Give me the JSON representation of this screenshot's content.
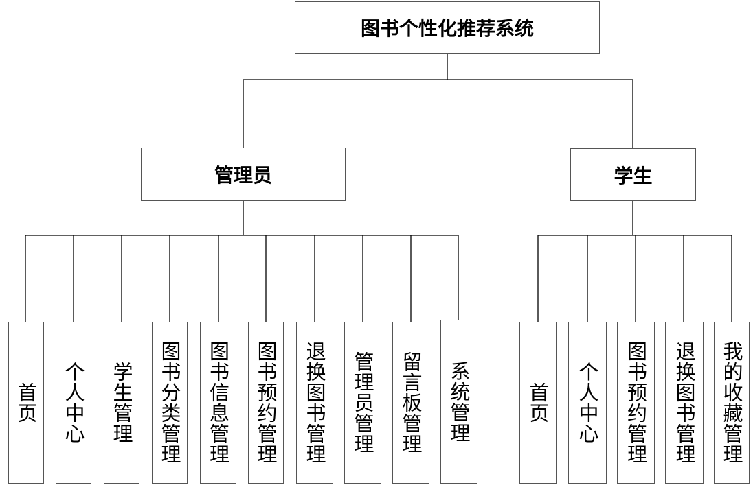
{
  "root": "图书个性化推荐系统",
  "groups": [
    {
      "label": "管理员",
      "items": [
        "首页",
        "个人中心",
        "学生管理",
        "图书分类管理",
        "图书信息管理",
        "图书预约管理",
        "退换图书管理",
        "管理员管理",
        "留言板管理",
        "系统管理"
      ]
    },
    {
      "label": "学生",
      "items": [
        "首页",
        "个人中心",
        "图书预约管理",
        "退换图书管理",
        "我的收藏管理"
      ]
    }
  ]
}
